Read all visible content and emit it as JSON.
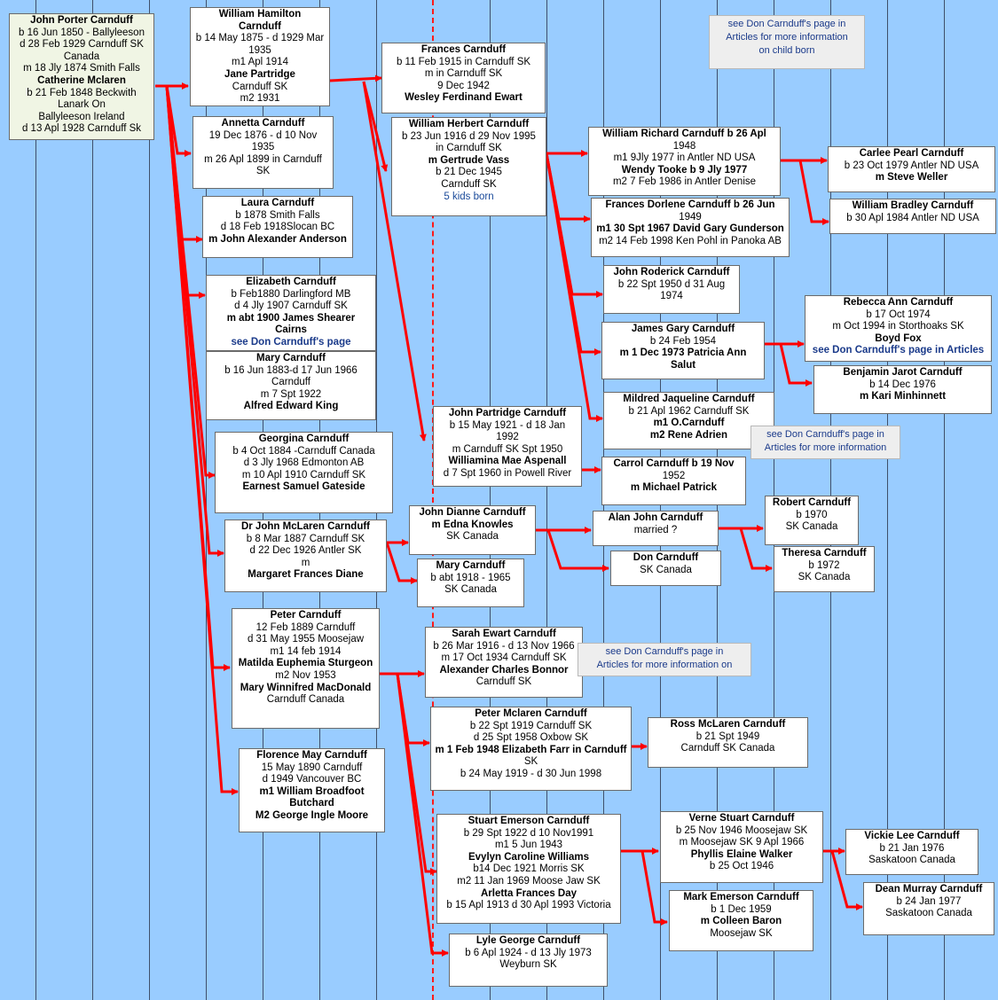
{
  "people": {
    "root": [
      "John Porter Carnduff",
      "b 16 Jun 1850 - Ballyleeson",
      "d 28 Feb 1929 Carnduff SK",
      "Canada",
      "m 18 Jly 1874 Smith Falls",
      "Catherine Mclaren",
      "b 21 Feb 1848 Beckwith",
      "Lanark On",
      "Ballyleeson Ireland",
      "d 13 Apl 1928 Carnduff Sk"
    ],
    "william_hamilton": [
      "William Hamilton",
      "Carnduff",
      "b 14 May 1875 - d 1929 Mar",
      "1935",
      "m1 Apl 1914",
      "Jane Partridge",
      "Carnduff SK",
      "m2 1931"
    ],
    "annetta": [
      "Annetta Carnduff",
      "19 Dec 1876 - d 10 Nov",
      "1935",
      "m 26 Apl 1899 in Carnduff",
      "SK"
    ],
    "laura": [
      "Laura Carnduff",
      "b 1878 Smith Falls",
      "d 18 Feb 1918Slocan BC",
      "m John Alexander Anderson"
    ],
    "elizabeth": [
      "Elizabeth Carnduff",
      "b Feb1880 Darlingford MB",
      "d 4 Jly 1907 Carnduff SK",
      "m abt 1900 James Shearer",
      "Cairns",
      "see Don Carnduff's page"
    ],
    "mary_king": [
      "Mary Carnduff",
      "b 16 Jun 1883-d 17 Jun 1966",
      "Carnduff",
      "m 7 Spt 1922",
      "Alfred Edward King"
    ],
    "georgina": [
      "Georgina Carnduff",
      "b 4 Oct 1884 -Carnduff Canada",
      "d 3 Jly 1968 Edmonton AB",
      "m 10 Apl 1910 Carnduff SK",
      "Earnest Samuel Gateside"
    ],
    "dr_john": [
      "Dr John McLaren Carnduff",
      "b 8 Mar 1887 Carnduff SK",
      "d 22 Dec 1926 Antler SK",
      "m",
      "Margaret Frances Diane"
    ],
    "peter": [
      "Peter Carnduff",
      "12 Feb 1889 Carnduff",
      "d 31 May 1955 Moosejaw",
      "m1 14 feb 1914",
      "Matilda Euphemia Sturgeon",
      "m2 Nov 1953",
      "Mary Winnifred MacDonald",
      "Carnduff Canada"
    ],
    "florence": [
      "Florence May Carnduff",
      "15 May 1890 Carnduff",
      "d 1949 Vancouver BC",
      "m1 William Broadfoot",
      "Butchard",
      "M2 George Ingle Moore"
    ],
    "frances": [
      "Frances Carnduff",
      "b 11 Feb 1915 in Carnduff SK",
      "m in Carnduff SK",
      "9 Dec 1942",
      "Wesley Ferdinand Ewart"
    ],
    "william_herbert": [
      "William Herbert Carnduff",
      "b 23 Jun 1916 d 29 Nov 1995",
      "in Carnduff SK",
      "m Gertrude Vass",
      "b 21 Dec 1945",
      "Carnduff SK",
      "5 kids born"
    ],
    "john_partridge": [
      "John Partridge Carnduff",
      "b 15 May 1921 - d 18 Jan",
      "1992",
      "m Carnduff SK Spt 1950",
      "Williamina Mae Aspenall",
      "d 7 Spt 1960 in Powell River"
    ],
    "john_dianne": [
      "John Dianne Carnduff",
      "m Edna Knowles",
      "SK Canada"
    ],
    "mary_1918": [
      "Mary Carnduff",
      "b abt 1918 - 1965",
      "SK Canada"
    ],
    "sarah": [
      "Sarah Ewart Carnduff",
      "b 26 Mar 1916 - d 13 Nov 1966",
      "m 17 Oct 1934 Carnduff SK",
      "Alexander Charles Bonnor",
      "Carnduff SK"
    ],
    "peter_mclaren": [
      "Peter Mclaren Carnduff",
      "b 22 Spt 1919 Carnduff SK",
      "d 25 Spt 1958 Oxbow SK",
      "m 1 Feb 1948 Elizabeth Farr in Carnduff",
      "SK",
      "b 24 May 1919 - d 30 Jun 1998"
    ],
    "stuart": [
      "Stuart Emerson Carnduff",
      "b 29 Spt 1922 d 10 Nov1991",
      "m1 5 Jun 1943",
      "Evylyn Caroline Williams",
      "b14 Dec 1921 Morris SK",
      "m2 11 Jan 1969 Moose Jaw SK",
      "Arletta Frances Day",
      "b 15 Apl 1913 d 30 Apl 1993 Victoria"
    ],
    "lyle": [
      "Lyle George Carnduff",
      "b 6 Apl 1924 - d 13 Jly 1973",
      "Weyburn SK"
    ],
    "william_richard": [
      "William Richard Carnduff b 26 Apl",
      "1948",
      "m1 9Jly 1977 in Antler ND USA",
      "Wendy Tooke b 9 Jly 1977",
      "m2 7 Feb 1986 in Antler Denise"
    ],
    "frances_dorlene": [
      "Frances Dorlene Carnduff b 26 Jun",
      "1949",
      "m1 30 Spt 1967 David Gary Gunderson",
      "m2 14 Feb 1998 Ken Pohl in Panoka AB"
    ],
    "john_roderick": [
      "John Roderick Carnduff",
      "b 22 Spt 1950 d 31 Aug",
      "1974"
    ],
    "james_gary": [
      "James Gary Carnduff",
      "b 24 Feb 1954",
      "m 1 Dec 1973 Patricia Ann",
      "Salut"
    ],
    "mildred": [
      "Mildred Jaqueline Carnduff",
      "b 21 Apl 1962 Carnduff SK",
      "m1 O.Carnduff",
      "m2 Rene Adrien"
    ],
    "carrol": [
      "Carrol Carnduff b 19 Nov",
      "1952",
      "m Michael Patrick"
    ],
    "alan_john": [
      "Alan John Carnduff",
      "married ?"
    ],
    "don": [
      "Don Carnduff",
      "SK Canada"
    ],
    "ross": [
      "Ross McLaren Carnduff",
      "b 21 Spt 1949",
      "Carnduff SK Canada"
    ],
    "verne": [
      "Verne Stuart Carnduff",
      "b 25 Nov 1946 Moosejaw SK",
      "m Moosejaw SK 9 Apl 1966",
      "Phyllis Elaine Walker",
      "b 25 Oct 1946"
    ],
    "mark": [
      "Mark Emerson Carnduff",
      "b 1 Dec 1959",
      "m Colleen Baron",
      "Moosejaw SK"
    ],
    "carlee": [
      "Carlee Pearl Carnduff",
      "b 23 Oct 1979 Antler ND USA",
      "m Steve Weller"
    ],
    "william_bradley": [
      "William Bradley Carnduff",
      "b 30 Apl 1984 Antler ND USA"
    ],
    "rebecca": [
      "Rebecca Ann Carnduff",
      "b 17 Oct 1974",
      "m Oct 1994 in Storthoaks SK",
      "Boyd Fox",
      "see Don Carnduff's page in Articles"
    ],
    "benjamin": [
      "Benjamin Jarot Carnduff",
      "b 14 Dec 1976",
      "m Kari Minhinnett"
    ],
    "robert": [
      "Robert Carnduff",
      "b 1970",
      "SK Canada"
    ],
    "theresa": [
      "Theresa Carnduff",
      "b 1972",
      "SK Canada"
    ],
    "vickie": [
      "Vickie Lee Carnduff",
      "b 21 Jan 1976",
      "Saskatoon Canada"
    ],
    "dean": [
      "Dean Murray Carnduff",
      "b 24 Jan 1977",
      "Saskatoon Canada"
    ]
  },
  "notes": {
    "child_born": [
      "see Don Carnduff's page in",
      "Articles for more information",
      "on child born"
    ],
    "mildred_note": [
      "see Don Carnduff's page in",
      "Articles for more information"
    ],
    "sarah_note": [
      "see Don Carnduff's page in",
      "Articles for more information on"
    ]
  },
  "colors": {
    "background": "#99ccff",
    "connector": "#ff0000",
    "grid_line": "#3f4f6a",
    "link_text": "#1a3a8a"
  }
}
